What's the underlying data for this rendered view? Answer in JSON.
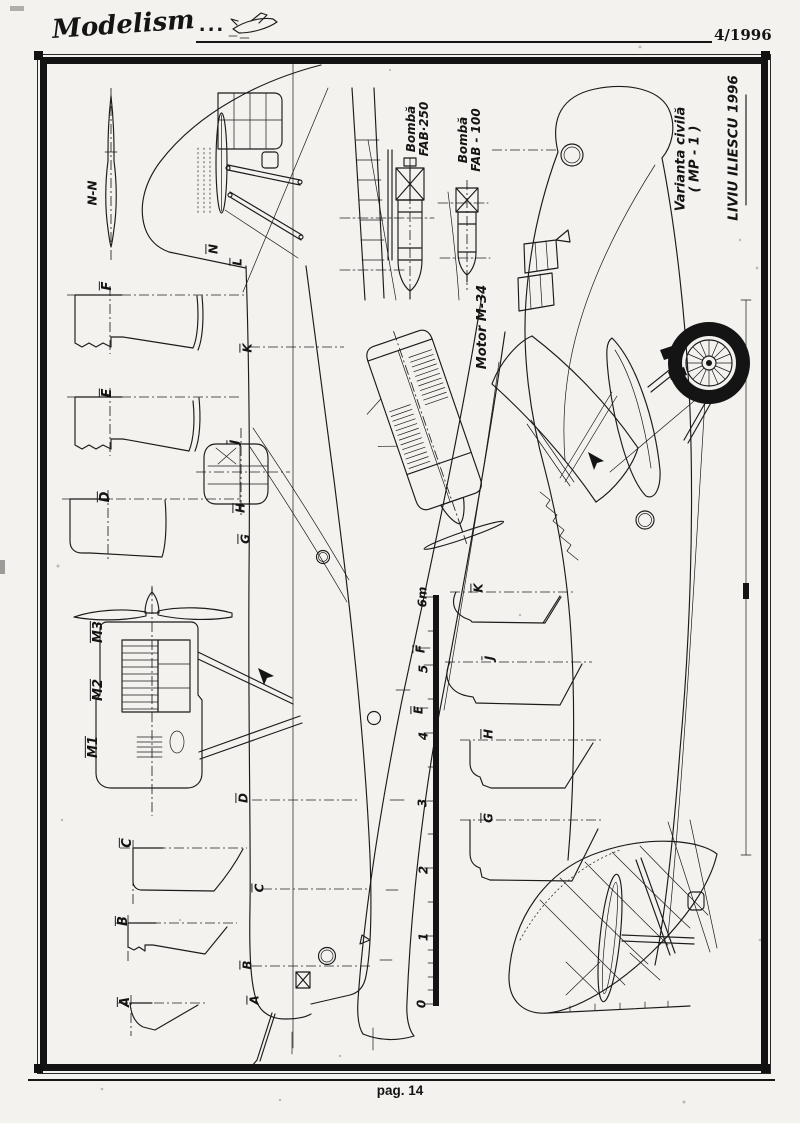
{
  "header": {
    "logo": "Modelism",
    "logo_dots": "...",
    "issue": "4/1996"
  },
  "footer": {
    "page": "pag. 14"
  },
  "drawing": {
    "airfoil_label": "N-N",
    "engine_label": "Motor M-34",
    "variant_line1": "Varianta civilă",
    "variant_line2": "( MP - 1 )",
    "author": "LIVIU  ILIESCU  1996",
    "bomb250_line1": "Bombă",
    "bomb250_line2": "FAB·250",
    "bomb100_line1": "Bombă",
    "bomb100_line2": "FAB - 100",
    "left_sections": [
      "F",
      "E",
      "D",
      "C",
      "B",
      "A"
    ],
    "engine_views": [
      "M3",
      "M2",
      "M1"
    ],
    "hull_stations": [
      "N",
      "L",
      "K",
      "J",
      "H",
      "G",
      "D",
      "C",
      "B",
      "A"
    ],
    "mid_sections": [
      "K",
      "J",
      "H",
      "G"
    ],
    "ruler_stations": [
      "F",
      "E"
    ],
    "ruler_ticks": [
      "6m",
      "5",
      "4",
      "3",
      "2",
      "1",
      "0"
    ]
  }
}
